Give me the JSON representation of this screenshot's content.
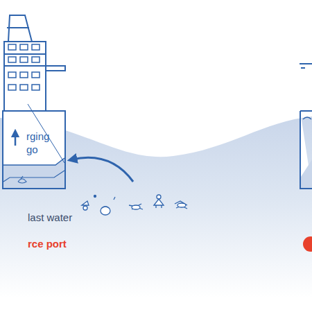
{
  "diagram": {
    "labels": [
      "rging",
      "go",
      "last water",
      "rce port"
    ]
  }
}
